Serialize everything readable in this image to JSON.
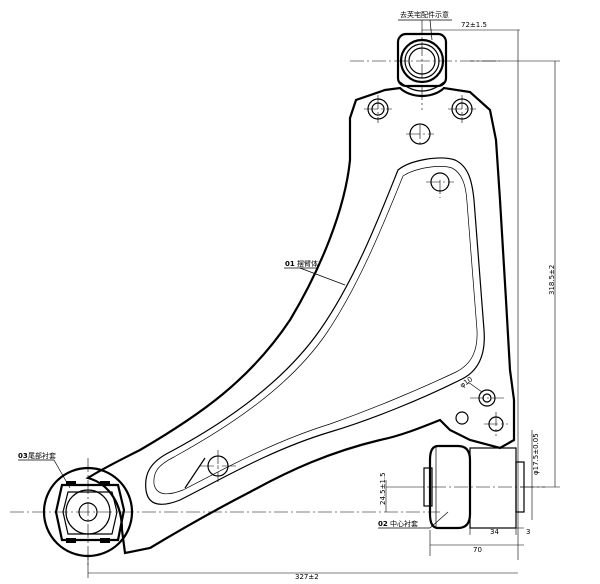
{
  "labels": {
    "top_note": "去芙宅配件示意",
    "part01_num": "01",
    "part01_name": "摆臂体",
    "part02_num": "02",
    "part02_name": "中心衬套",
    "part03_num": "03",
    "part03_name": "尾部衬套"
  },
  "dimensions": {
    "d_top": "72±1.5",
    "d_height": "318.5±2",
    "d_bottom": "327±2",
    "d_70": "70",
    "d_34": "34",
    "d_3": "3",
    "d_245": "24.5±1.5",
    "d_phi": "φ17.5±0.05",
    "d_hole": "φ10"
  }
}
